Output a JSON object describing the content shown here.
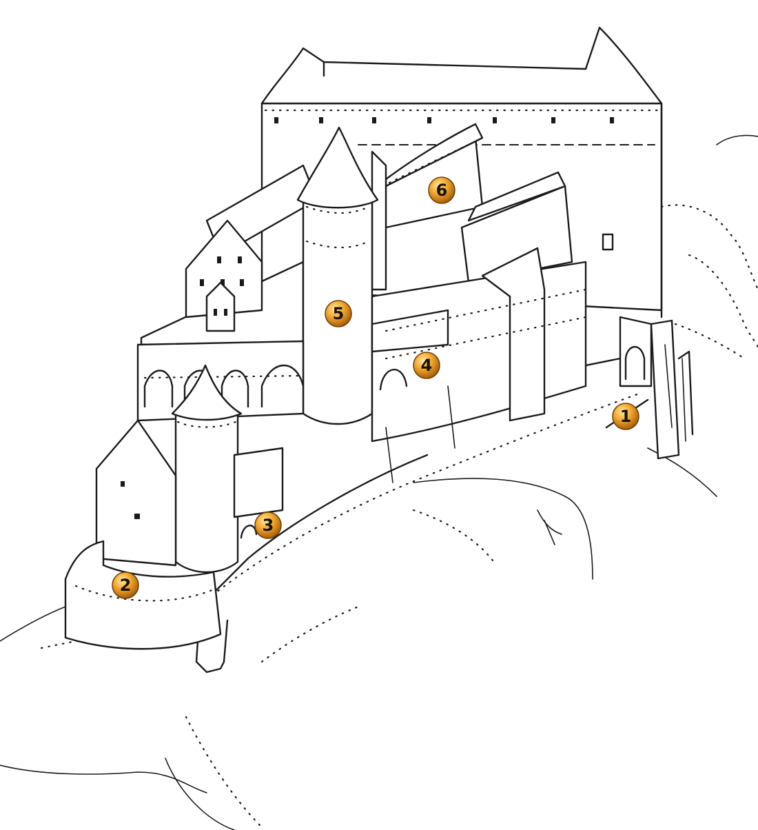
{
  "colors": {
    "ink": "#1a1a1a",
    "background": "#ffffff",
    "marker_light": "#ffd98a",
    "marker_mid": "#f0a22a",
    "marker_dark": "#b86a0c",
    "marker_text": "#1a1206"
  },
  "markers": [
    {
      "label": "1"
    },
    {
      "label": "2"
    },
    {
      "label": "3"
    },
    {
      "label": "4"
    },
    {
      "label": "5"
    },
    {
      "label": "6"
    }
  ]
}
